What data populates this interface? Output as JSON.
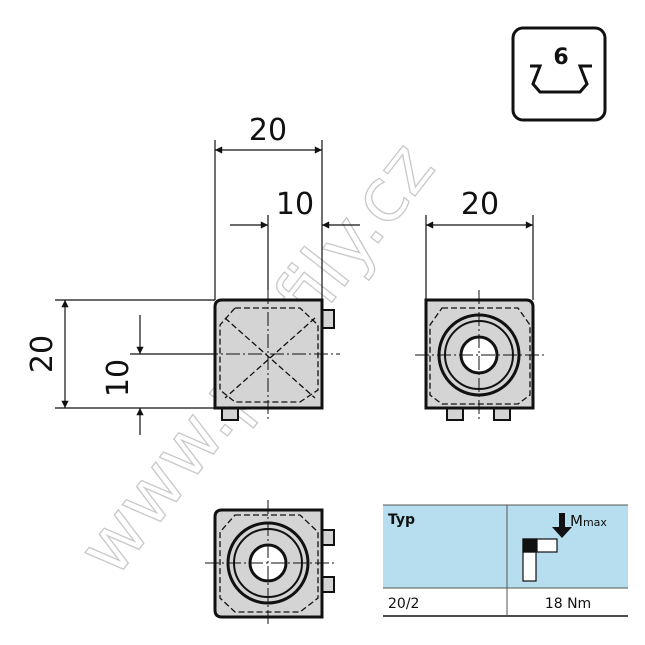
{
  "watermark": "www.profily.cz",
  "badge": {
    "label": "6"
  },
  "dimensions": {
    "front_width": "20",
    "front_half_width": "10",
    "side_width": "20",
    "front_height": "20",
    "front_half_height": "10"
  },
  "table": {
    "header_col1": "Typ",
    "header_col2_symbol": "M",
    "header_col2_subscript": "max",
    "rows": [
      {
        "typ": "20/2",
        "torque": "18 Nm"
      }
    ]
  },
  "colors": {
    "part_fill": "#d4d4d4",
    "table_header": "#b7deee",
    "line": "#111111"
  }
}
